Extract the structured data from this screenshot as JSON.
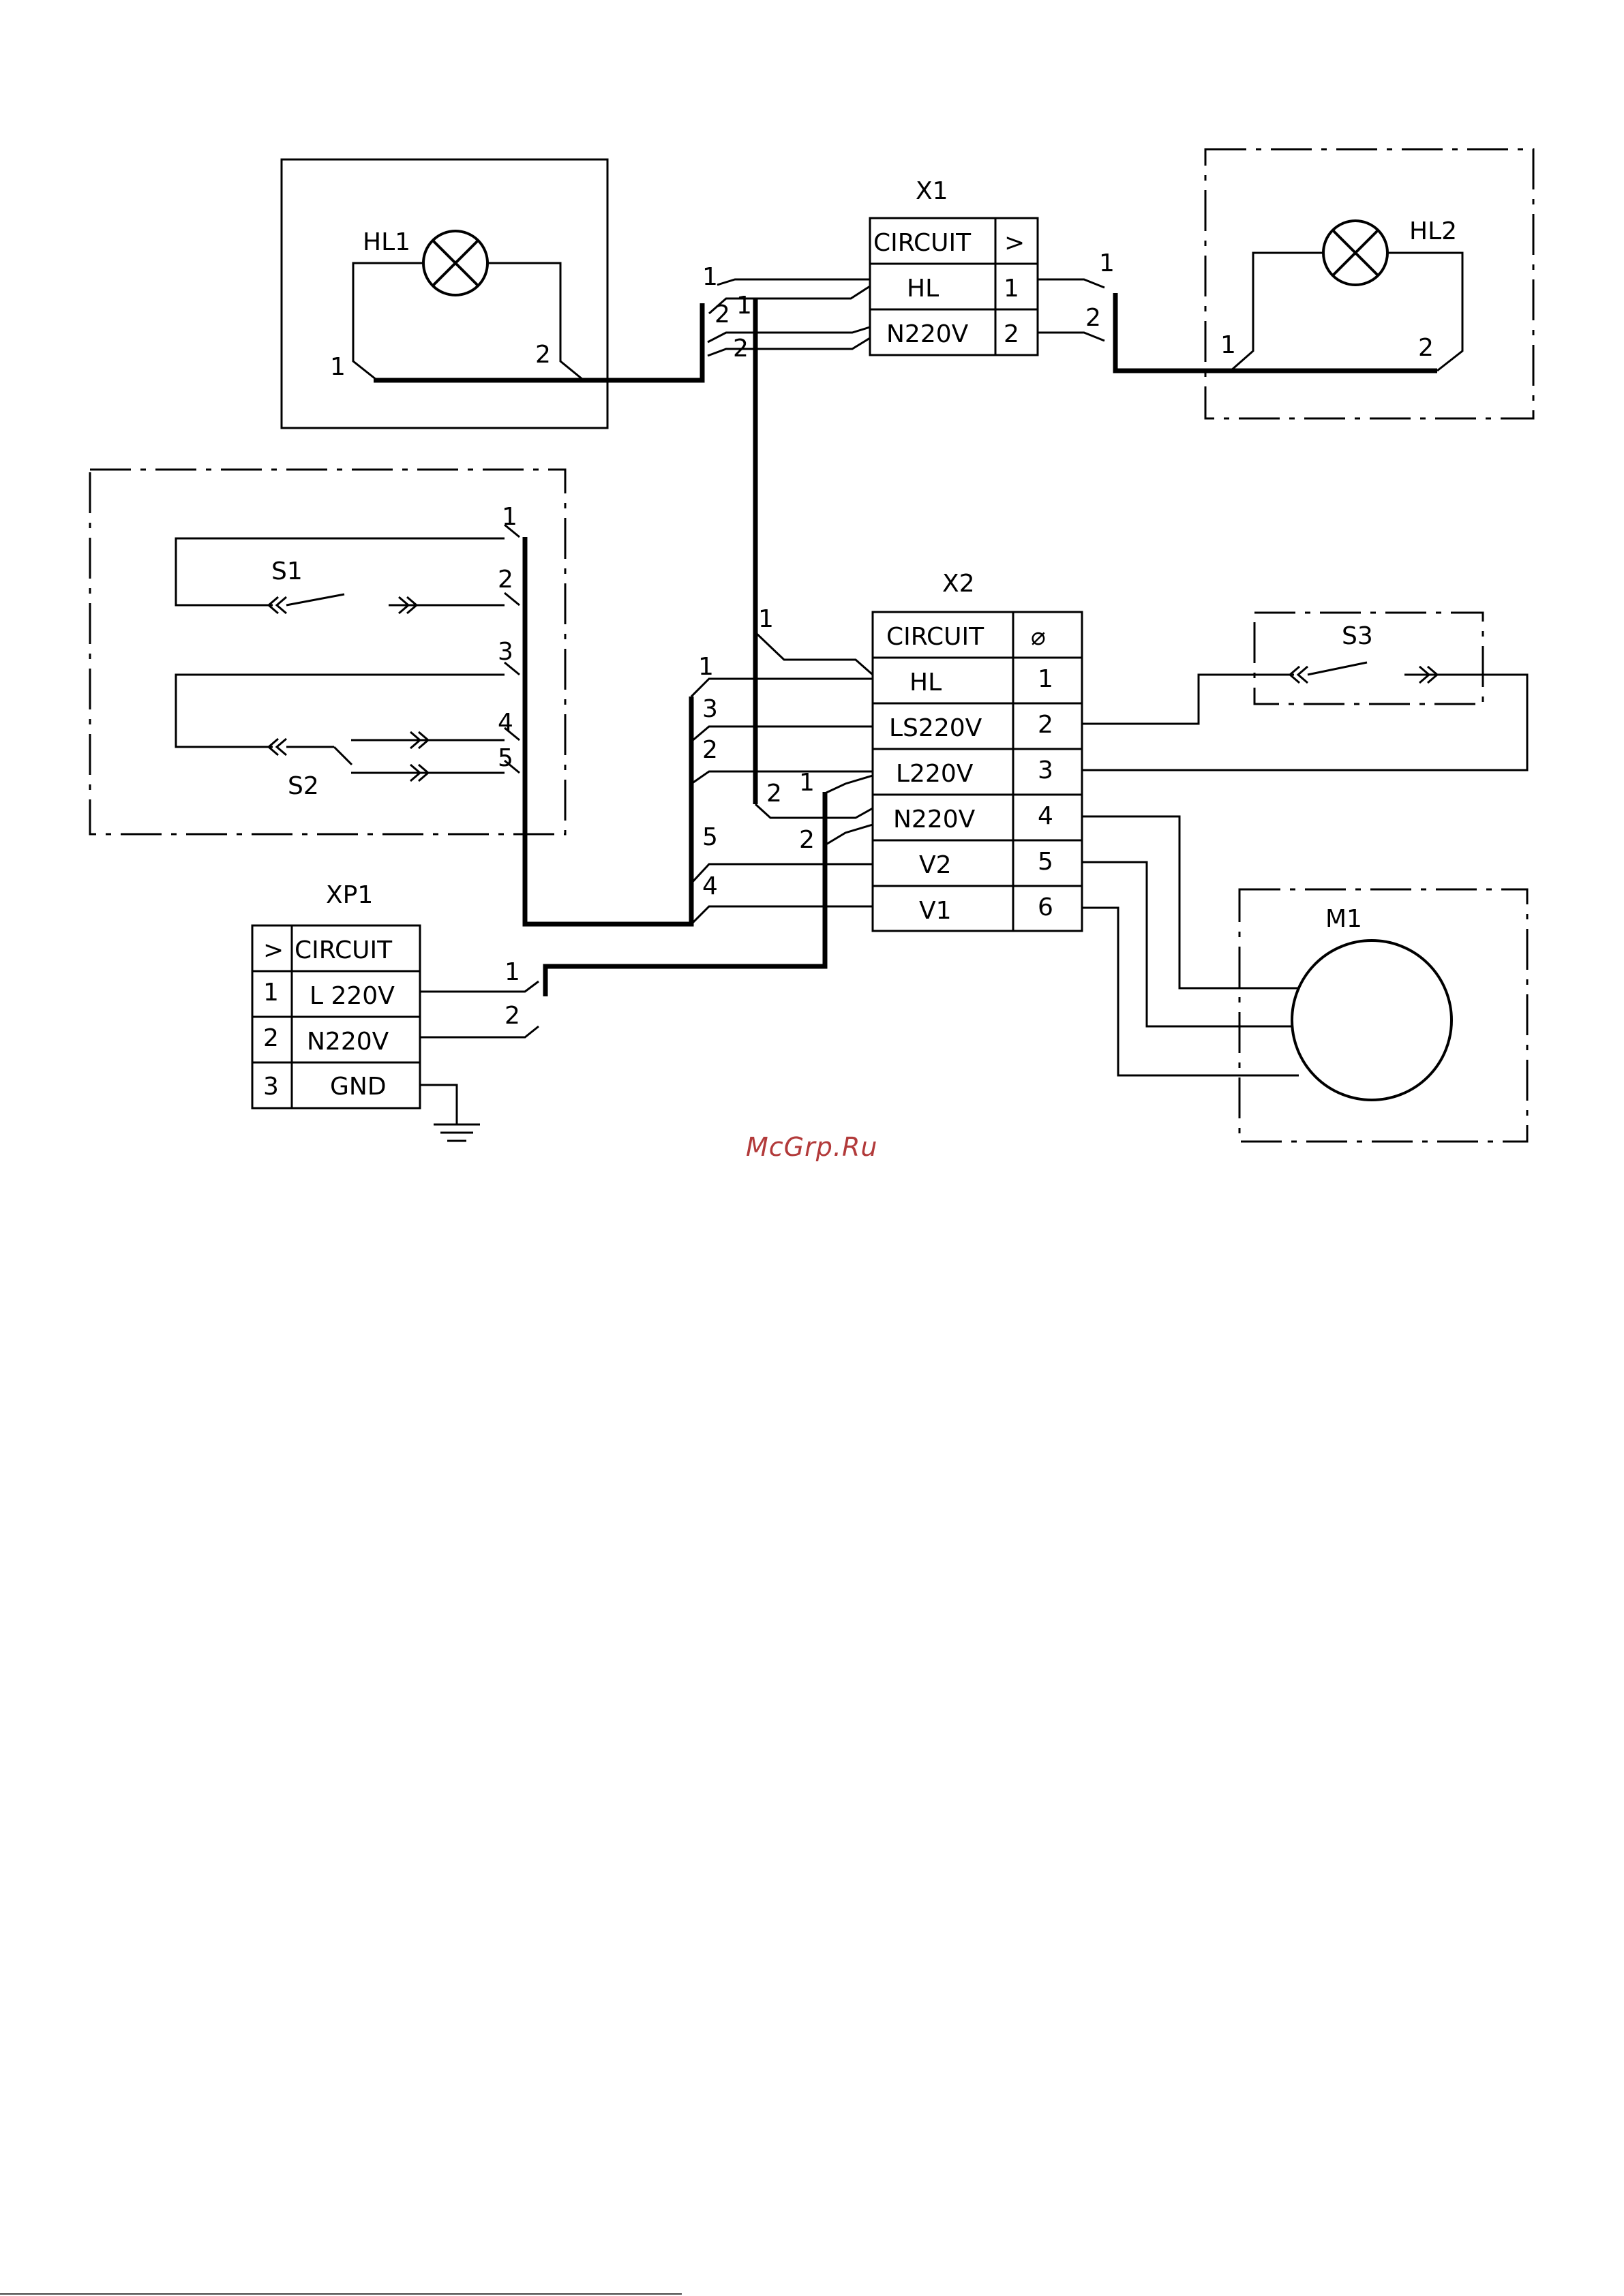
{
  "components": {
    "hl1": "HL1",
    "hl2": "HL2",
    "s1": "S1",
    "s2": "S2",
    "s3": "S3",
    "m1": "M1"
  },
  "x1": {
    "title": "X1",
    "header": [
      "CIRCUIT",
      ">"
    ],
    "rows": [
      {
        "name": "HL",
        "pin": "1"
      },
      {
        "name": "N220V",
        "pin": "2"
      }
    ]
  },
  "x2": {
    "title": "X2",
    "header": [
      "CIRCUIT",
      "⌀"
    ],
    "rows": [
      {
        "name": "HL",
        "pin": "1"
      },
      {
        "name": "LS220V",
        "pin": "2"
      },
      {
        "name": "L220V",
        "pin": "3"
      },
      {
        "name": "N220V",
        "pin": "4"
      },
      {
        "name": "V2",
        "pin": "5"
      },
      {
        "name": "V1",
        "pin": "6"
      }
    ]
  },
  "xp1": {
    "title": "XP1",
    "header": [
      ">",
      "CIRCUIT"
    ],
    "rows": [
      {
        "pin": "1",
        "name": "L 220V"
      },
      {
        "pin": "2",
        "name": "N220V"
      },
      {
        "pin": "3",
        "name": "GND"
      }
    ]
  },
  "wire_numbers": {
    "hl1_left": "1",
    "hl1_right": "2",
    "x1_bundle_a": "1",
    "x1_bundle_b": "2",
    "x1_bundle_c": "1",
    "x1_bundle_d": "2",
    "hl2_bundle_a": "1",
    "hl2_bundle_b": "2",
    "hl2_left": "1",
    "hl2_right": "2",
    "sw_1": "1",
    "sw_2": "2",
    "sw_3": "3",
    "sw_4": "4",
    "sw_5": "5",
    "x2_left_1": "1",
    "x2_left_3": "3",
    "x2_left_2": "2",
    "x2_left_5": "5",
    "x2_left_4": "4",
    "x2_top_1": "1",
    "x2_mid_2a": "2",
    "x2_mid_1": "1",
    "x2_mid_2b": "2",
    "xp1_1": "1",
    "xp1_2": "2"
  },
  "watermark": "McGrp.Ru"
}
